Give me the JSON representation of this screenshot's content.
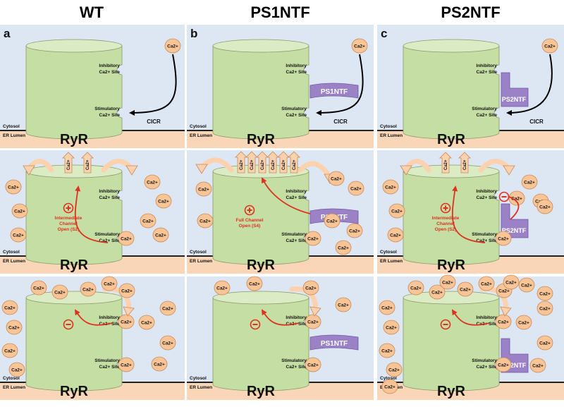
{
  "columns": [
    {
      "title": "WT",
      "letter": "a"
    },
    {
      "title": "PS1NTF",
      "letter": "b"
    },
    {
      "title": "PS2NTF",
      "letter": "c"
    }
  ],
  "labels": {
    "cytosol": "Cytosol",
    "er_lumen": "ER Lumen",
    "ryr": "RyR",
    "ca": "Ca2+",
    "cicr": "CICR",
    "inhibitory_1": "Inhibitory",
    "stimulatory_1": "Stimulatory",
    "site_2": "Ca2+ Site",
    "ps1ntf": "PS1NTF",
    "ps2ntf": "PS2NTF",
    "intermediate_open": [
      "Intermediate",
      "Channel",
      "Open (S2)"
    ],
    "full_open": [
      "Full Channel",
      "Open (S4)"
    ]
  },
  "colors": {
    "cytosol_bg": "#dde6f3",
    "er_lumen_bg": "#fad6b8",
    "ryr_green": "#c5dea3",
    "ion_orange": "#f9c597",
    "presenilin_purple": "#9b82c6",
    "activation_red": "#e03020"
  }
}
